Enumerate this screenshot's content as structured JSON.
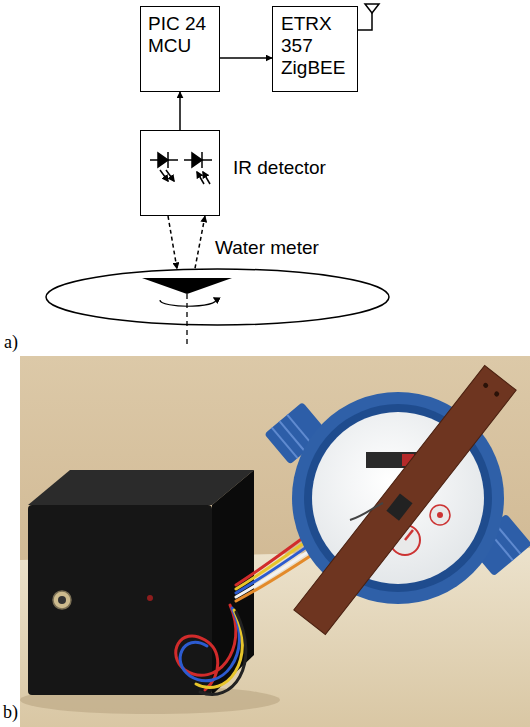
{
  "diagram": {
    "nodes": [
      {
        "text": [
          "PIC 24 MCU"
        ]
      },
      {
        "text": [
          "ETRX 357 ZigBEE"
        ]
      },
      {
        "text": [
          "IR detector"
        ]
      },
      {
        "text": [
          "Water meter"
        ]
      }
    ],
    "edges": [
      {
        "from": 2,
        "to": 0,
        "arrow": "to"
      },
      {
        "from": 0,
        "to": 1,
        "arrow": "to"
      },
      {
        "from": 2,
        "to": 3,
        "arrow": "to"
      },
      {
        "from": 3,
        "to": 2,
        "arrow": "to"
      }
    ],
    "labels": [
      "a)",
      "b)"
    ]
  }
}
